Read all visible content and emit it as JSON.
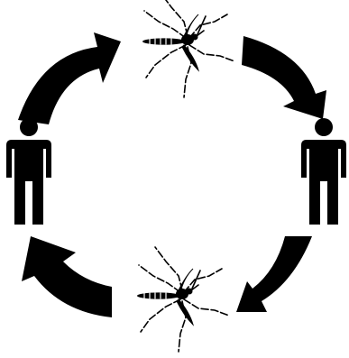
{
  "diagram": {
    "kind": "transmission-cycle",
    "nodes": [
      {
        "id": "mosquito-top",
        "icon": "mosquito-icon"
      },
      {
        "id": "human-right",
        "icon": "person-icon"
      },
      {
        "id": "mosquito-bottom",
        "icon": "mosquito-icon"
      },
      {
        "id": "human-left",
        "icon": "person-icon"
      }
    ],
    "arrows": [
      {
        "from": "human-left",
        "to": "mosquito-top",
        "icon": "curved-arrow-icon"
      },
      {
        "from": "mosquito-top",
        "to": "human-right",
        "icon": "curved-arrow-icon"
      },
      {
        "from": "human-right",
        "to": "mosquito-bottom",
        "icon": "curved-arrow-icon"
      },
      {
        "from": "mosquito-bottom",
        "to": "human-left",
        "icon": "curved-arrow-icon"
      }
    ],
    "colors": {
      "ink": "#000000",
      "background": "#ffffff"
    }
  }
}
